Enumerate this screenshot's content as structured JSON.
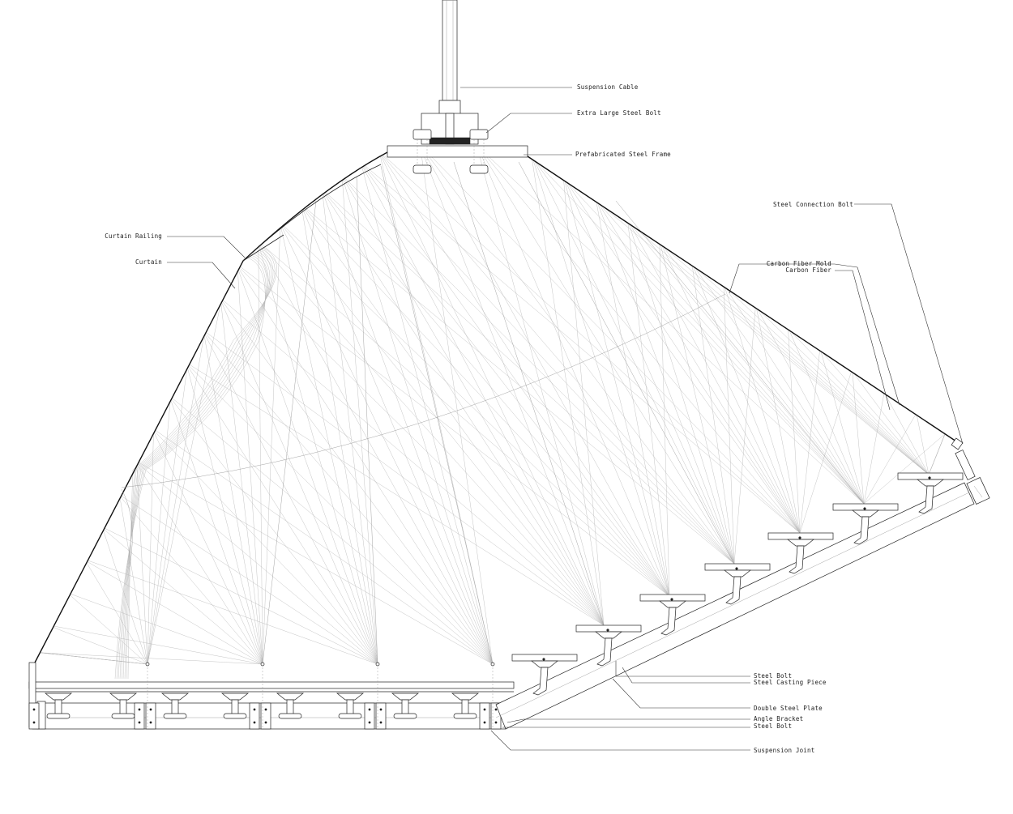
{
  "labels": {
    "suspension_cable": "Suspension Cable",
    "extra_large_steel_bolt": "Extra Large Steel Bolt",
    "prefabricated_steel_frame": "Prefabricated Steel Frame",
    "steel_connection_bolt": "Steel Connection Bolt",
    "curtain_railing": "Curtain Railing",
    "curtain": "Curtain",
    "carbon_fiber_mold": "Carbon Fiber Mold",
    "carbon_fiber": "Carbon Fiber",
    "steel_bolt_upper": "Steel Bolt",
    "steel_casting_piece": "Steel Casting Piece",
    "double_steel_plate": "Double Steel Plate",
    "angle_bracket": "Angle Bracket",
    "steel_bolt_lower": "Steel Bolt",
    "suspension_joint": "Suspension Joint"
  },
  "colors": {
    "line": "#222222",
    "fiber": "#b5b5b5",
    "background": "#ffffff"
  }
}
